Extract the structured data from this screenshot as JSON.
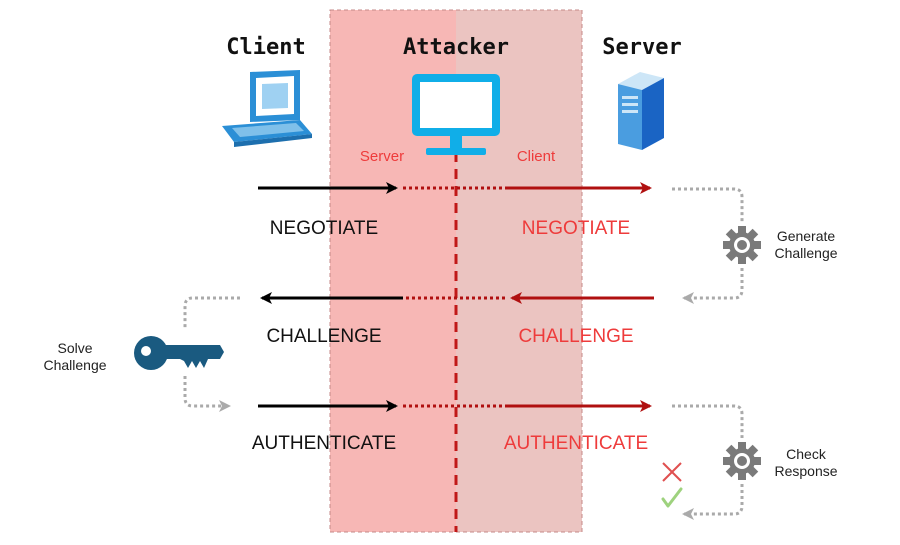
{
  "titles": {
    "client": "Client",
    "attacker": "Attacker",
    "server": "Server"
  },
  "attacker_roles": {
    "left": "Server",
    "right": "Client"
  },
  "messages": [
    {
      "label": "NEGOTIATE",
      "direction": "to-server"
    },
    {
      "label": "CHALLENGE",
      "direction": "to-client"
    },
    {
      "label": "AUTHENTICATE",
      "direction": "to-server"
    }
  ],
  "server_steps": {
    "generate_line1": "Generate",
    "generate_line2": "Challenge",
    "check_line1": "Check",
    "check_line2": "Response"
  },
  "client_step": {
    "line1": "Solve",
    "line2": "Challenge"
  },
  "colors": {
    "attacker_zone_left": "#f7b7b5",
    "attacker_zone_right": "#ebc4c1",
    "attack_red": "#b01010",
    "label_red": "#ee3b3b",
    "client_blue": "#2b8fd6",
    "attacker_cyan": "#10aee8",
    "key_navy": "#1a5a80",
    "gear_gray": "#7a7a7a",
    "dotted_gray": "#aaaaaa",
    "fail_red": "#e05050",
    "ok_green": "#9ed27e"
  },
  "icons": {
    "client": "laptop-icon",
    "attacker": "monitor-icon",
    "server": "server-tower-icon",
    "key": "key-icon",
    "gear": "gear-icon",
    "fail": "cross-icon",
    "ok": "checkmark-icon"
  }
}
